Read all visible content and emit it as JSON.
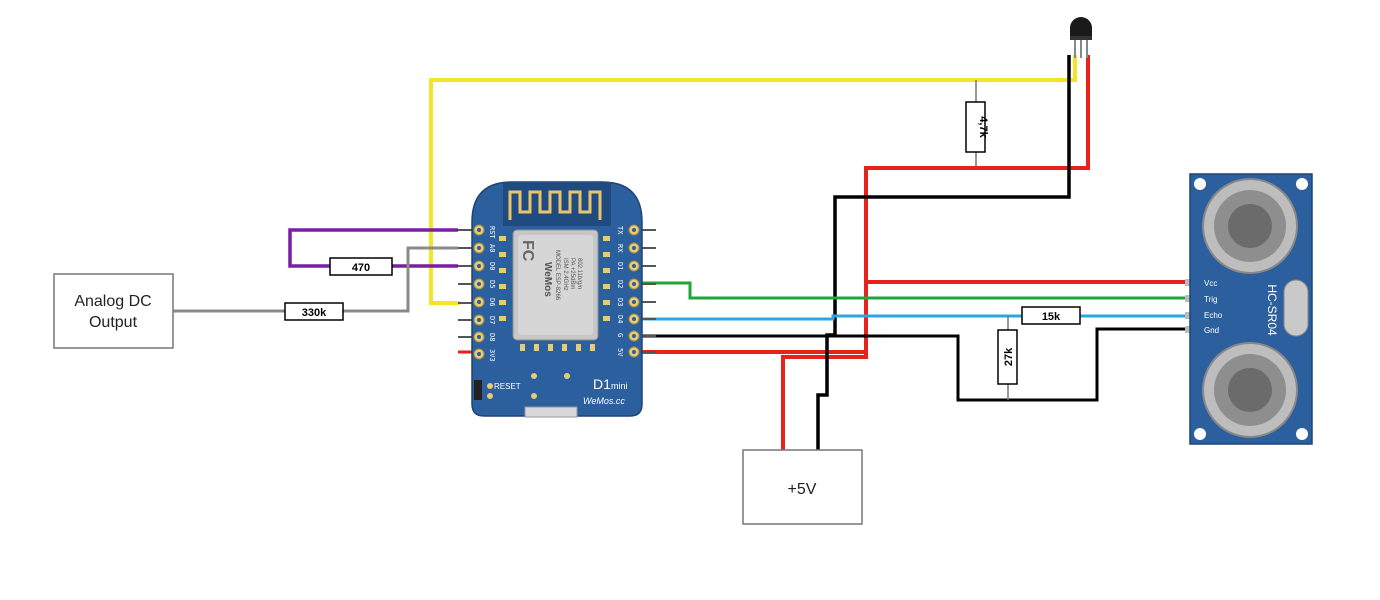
{
  "boxes": {
    "analog_source": {
      "line1": "Analog DC",
      "line2": "Output"
    },
    "power_supply": {
      "label": "+5V"
    }
  },
  "resistors": {
    "r_470": "470",
    "r_330k": "330k",
    "r_4_7k": "4,7k",
    "r_15k": "15k",
    "r_27k": "27k"
  },
  "wemos": {
    "left_pins": [
      "RST",
      "A0",
      "D0",
      "D5",
      "D6",
      "D7",
      "D8",
      "3V3"
    ],
    "right_pins": [
      "TX",
      "RX",
      "D1",
      "D2",
      "D3",
      "D4",
      "G",
      "5V"
    ],
    "reset_label": "RESET",
    "model_name": "D1",
    "model_suffix": "mini",
    "brand": "WeMos.cc",
    "module_brand": "WeMos",
    "module_model": "MODEL ESP-8266",
    "module_specs": [
      "ISM 2.4GHz",
      "PA +25dBm",
      "802.11b/g/n"
    ],
    "fcc_mark": "FC"
  },
  "hcsr04": {
    "title": "HC-SR04",
    "pins": [
      "Vcc",
      "Trig",
      "Echo",
      "Gnd"
    ]
  },
  "wire_colors": {
    "power": "#e8221b",
    "ground": "#000000",
    "data_yellow": "#f5e625",
    "trig_green": "#21a53a",
    "echo_blue": "#2aa7e0",
    "purple": "#7a1fa2",
    "gray": "#8a8a8a"
  }
}
